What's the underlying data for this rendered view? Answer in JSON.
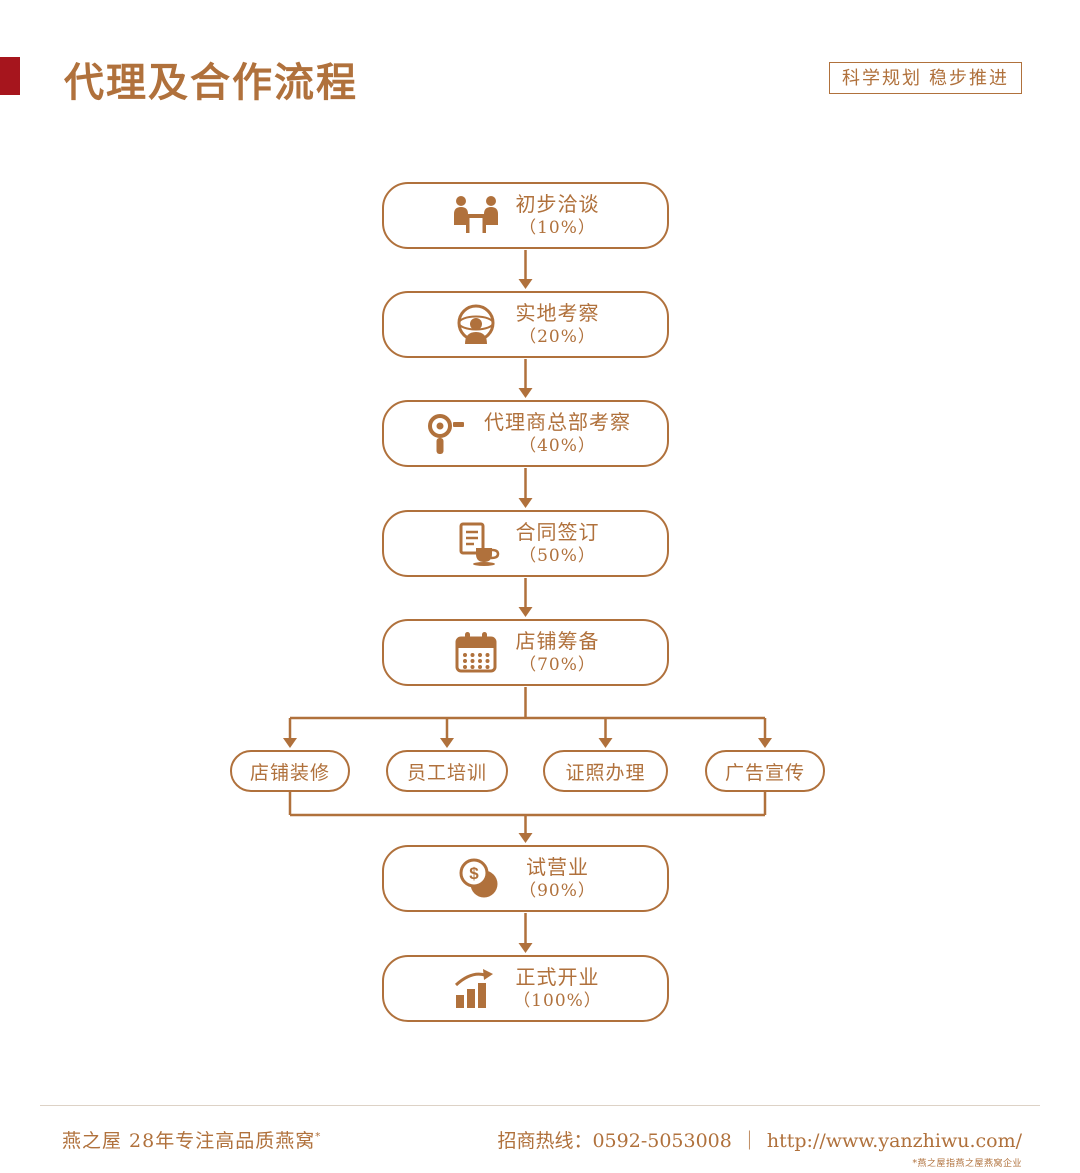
{
  "colors": {
    "brown": "#b0713c",
    "red": "#a6151d"
  },
  "header": {
    "title": "代理及合作流程",
    "badge": "科学规划 稳步推进"
  },
  "flow": {
    "steps": [
      {
        "label": "初步洽谈",
        "percent": "（10%）",
        "icon": "meeting-icon"
      },
      {
        "label": "实地考察",
        "percent": "（20%）",
        "icon": "site-inspection-icon"
      },
      {
        "label": "代理商总部考察",
        "percent": "（40%）",
        "icon": "headquarters-visit-icon"
      },
      {
        "label": "合同签订",
        "percent": "（50%）",
        "icon": "contract-signing-icon"
      },
      {
        "label": "店铺筹备",
        "percent": "（70%）",
        "icon": "calendar-icon"
      },
      {
        "label": "试营业",
        "percent": "（90%）",
        "icon": "money-icon"
      },
      {
        "label": "正式开业",
        "percent": "（100%）",
        "icon": "growth-chart-icon"
      }
    ],
    "branches": [
      {
        "label": "店铺装修"
      },
      {
        "label": "员工培训"
      },
      {
        "label": "证照办理"
      },
      {
        "label": "广告宣传"
      }
    ]
  },
  "footer": {
    "brand": "燕之屋 28年专注高品质燕窝",
    "brand_note_mark": "*",
    "hotline_label": "招商热线：",
    "hotline_number": "0592-5053008",
    "separator": "｜",
    "website": "http://www.yanzhiwu.com/",
    "fineprint": "*燕之屋指燕之屋燕窝企业"
  }
}
